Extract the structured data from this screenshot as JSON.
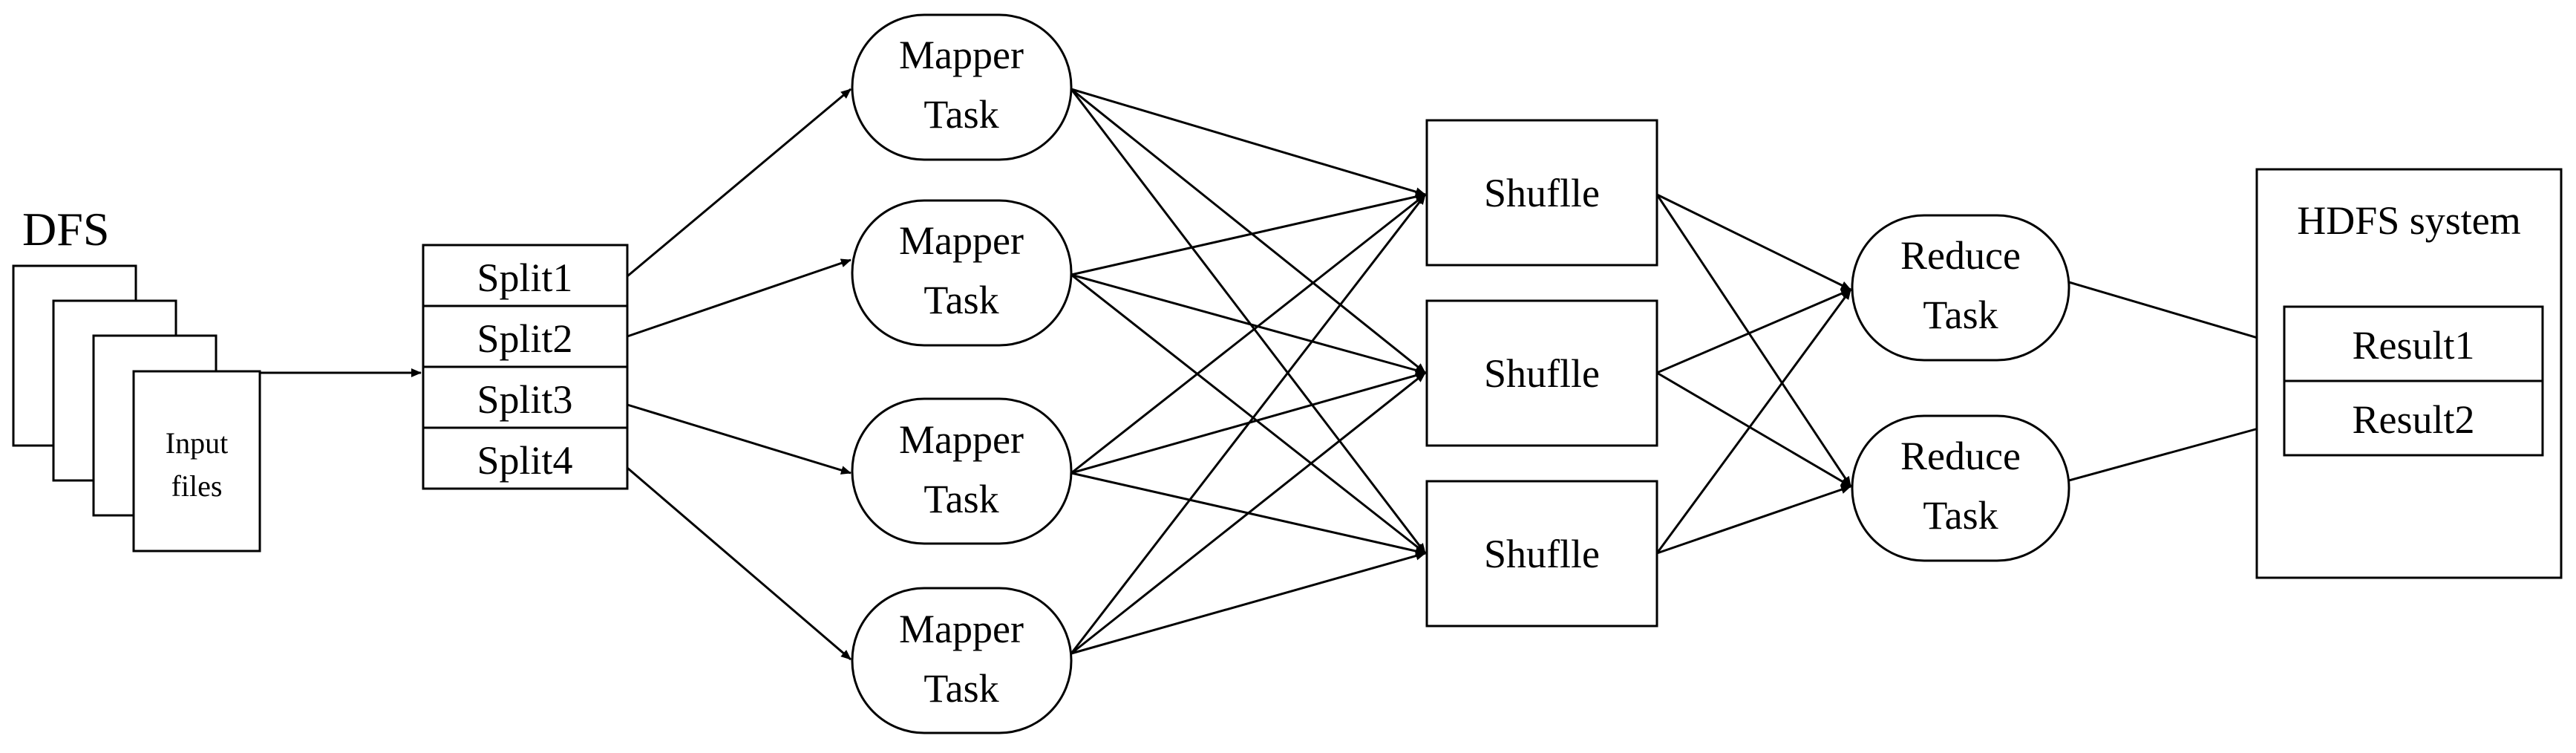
{
  "dfs_label": "DFS",
  "input_files": {
    "line1": "Input",
    "line2": "files"
  },
  "splits": [
    "Split1",
    "Split2",
    "Split3",
    "Split4"
  ],
  "mapper": {
    "line1": "Mapper",
    "line2": "Task"
  },
  "shuffle_label": "Shuflle",
  "reduce": {
    "line1": "Reduce",
    "line2": "Task"
  },
  "hdfs_title": "HDFS system",
  "results": [
    "Result1",
    "Result2"
  ],
  "colors": {
    "stroke": "#000000",
    "background": "#ffffff"
  }
}
